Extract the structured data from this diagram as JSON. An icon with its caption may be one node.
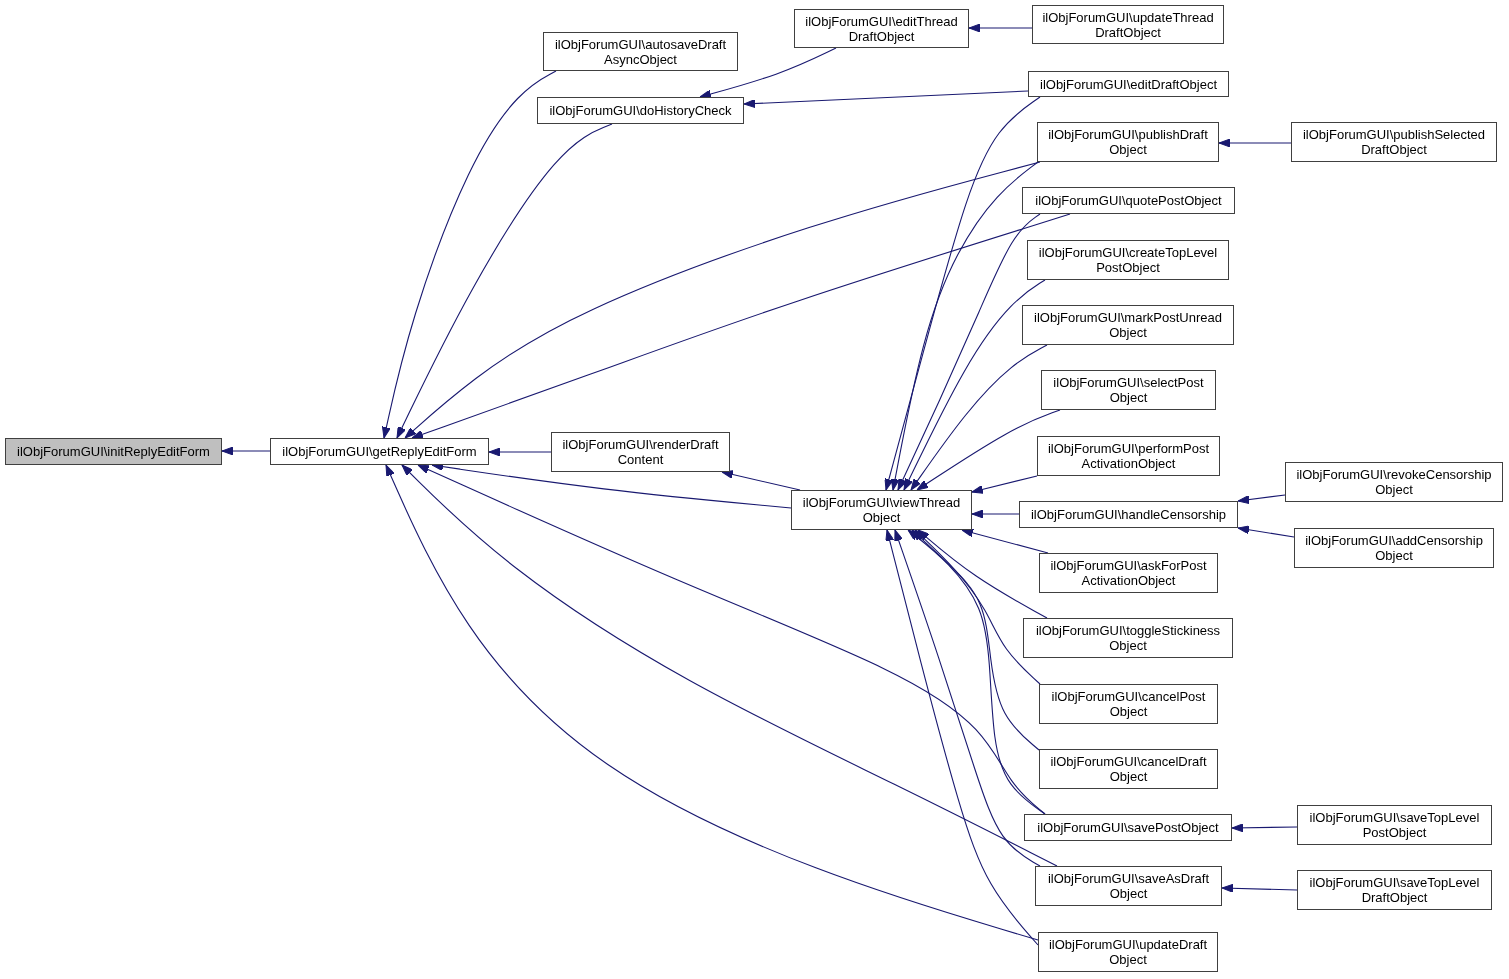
{
  "diagram": {
    "nodes": [
      {
        "text": [
          "ilObjForumGUI\\initReplyEditForm"
        ]
      },
      {
        "text": [
          "ilObjForumGUI\\getReplyEditForm"
        ]
      },
      {
        "text": [
          "ilObjForumGUI\\autosaveDraft AsyncObject"
        ]
      },
      {
        "text": [
          "ilObjForumGUI\\doHistoryCheck"
        ]
      },
      {
        "text": [
          "ilObjForumGUI\\editThread DraftObject"
        ]
      },
      {
        "text": [
          "ilObjForumGUI\\updateThread DraftObject"
        ]
      },
      {
        "text": [
          "ilObjForumGUI\\editDraftObject"
        ]
      },
      {
        "text": [
          "ilObjForumGUI\\publishDraft Object"
        ]
      },
      {
        "text": [
          "ilObjForumGUI\\publishSelected DraftObject"
        ]
      },
      {
        "text": [
          "ilObjForumGUI\\quotePostObject"
        ]
      },
      {
        "text": [
          "ilObjForumGUI\\createTopLevel PostObject"
        ]
      },
      {
        "text": [
          "ilObjForumGUI\\markPostUnread Object"
        ]
      },
      {
        "text": [
          "ilObjForumGUI\\selectPost Object"
        ]
      },
      {
        "text": [
          "ilObjForumGUI\\renderDraft Content"
        ]
      },
      {
        "text": [
          "ilObjForumGUI\\viewThread Object"
        ]
      },
      {
        "text": [
          "ilObjForumGUI\\performPost ActivationObject"
        ]
      },
      {
        "text": [
          "ilObjForumGUI\\revokeCensorship Object"
        ]
      },
      {
        "text": [
          "ilObjForumGUI\\handleCensorship"
        ]
      },
      {
        "text": [
          "ilObjForumGUI\\addCensorship Object"
        ]
      },
      {
        "text": [
          "ilObjForumGUI\\askForPost ActivationObject"
        ]
      },
      {
        "text": [
          "ilObjForumGUI\\toggleStickiness Object"
        ]
      },
      {
        "text": [
          "ilObjForumGUI\\cancelPost Object"
        ]
      },
      {
        "text": [
          "ilObjForumGUI\\cancelDraft Object"
        ]
      },
      {
        "text": [
          "ilObjForumGUI\\savePostObject"
        ]
      },
      {
        "text": [
          "ilObjForumGUI\\saveTopLevel PostObject"
        ]
      },
      {
        "text": [
          "ilObjForumGUI\\saveAsDraft Object"
        ]
      },
      {
        "text": [
          "ilObjForumGUI\\saveTopLevel DraftObject"
        ]
      },
      {
        "text": [
          "ilObjForumGUI\\updateDraft Object"
        ]
      }
    ],
    "edges": [
      {
        "from": 1,
        "to": 0,
        "arrow": "to"
      },
      {
        "from": 2,
        "to": 1,
        "arrow": "to"
      },
      {
        "from": 3,
        "to": 1,
        "arrow": "to"
      },
      {
        "from": 7,
        "to": 1,
        "arrow": "to"
      },
      {
        "from": 9,
        "to": 1,
        "arrow": "to"
      },
      {
        "from": 13,
        "to": 1,
        "arrow": "to"
      },
      {
        "from": 14,
        "to": 1,
        "arrow": "to"
      },
      {
        "from": 23,
        "to": 1,
        "arrow": "to"
      },
      {
        "from": 25,
        "to": 1,
        "arrow": "to"
      },
      {
        "from": 27,
        "to": 1,
        "arrow": "to"
      },
      {
        "from": 4,
        "to": 3,
        "arrow": "to"
      },
      {
        "from": 6,
        "to": 3,
        "arrow": "to"
      },
      {
        "from": 5,
        "to": 4,
        "arrow": "to"
      },
      {
        "from": 14,
        "to": 13,
        "arrow": "to"
      },
      {
        "from": 6,
        "to": 14,
        "arrow": "to"
      },
      {
        "from": 7,
        "to": 14,
        "arrow": "to"
      },
      {
        "from": 9,
        "to": 14,
        "arrow": "to"
      },
      {
        "from": 10,
        "to": 14,
        "arrow": "to"
      },
      {
        "from": 11,
        "to": 14,
        "arrow": "to"
      },
      {
        "from": 12,
        "to": 14,
        "arrow": "to"
      },
      {
        "from": 15,
        "to": 14,
        "arrow": "to"
      },
      {
        "from": 17,
        "to": 14,
        "arrow": "to"
      },
      {
        "from": 19,
        "to": 14,
        "arrow": "to"
      },
      {
        "from": 20,
        "to": 14,
        "arrow": "to"
      },
      {
        "from": 21,
        "to": 14,
        "arrow": "to"
      },
      {
        "from": 22,
        "to": 14,
        "arrow": "to"
      },
      {
        "from": 23,
        "to": 14,
        "arrow": "to"
      },
      {
        "from": 25,
        "to": 14,
        "arrow": "to"
      },
      {
        "from": 27,
        "to": 14,
        "arrow": "to"
      },
      {
        "from": 8,
        "to": 7,
        "arrow": "to"
      },
      {
        "from": 16,
        "to": 17,
        "arrow": "to"
      },
      {
        "from": 18,
        "to": 17,
        "arrow": "to"
      },
      {
        "from": 24,
        "to": 23,
        "arrow": "to"
      },
      {
        "from": 26,
        "to": 25,
        "arrow": "to"
      }
    ]
  }
}
